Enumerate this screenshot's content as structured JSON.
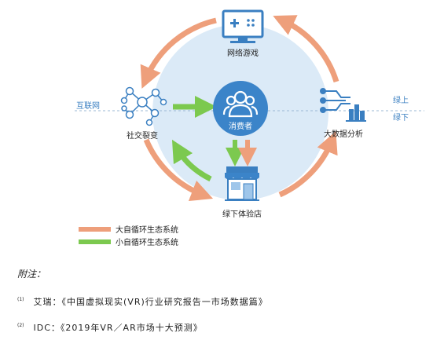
{
  "diagram": {
    "nodes": {
      "game": "网络游戏",
      "social": "社交裂变",
      "consumer": "消费者",
      "bigdata": "大数据分析",
      "store": "绿下体验店"
    },
    "left_label": "互联网",
    "right_top_label": "绿上",
    "right_bottom_label": "绿下",
    "legend": [
      {
        "label": "大自循环生态系统",
        "color": "#ee9f7b"
      },
      {
        "label": "小自循环生态系统",
        "color": "#7cc94f"
      }
    ],
    "colors": {
      "circle_bg": "#dbeaf7",
      "icon_blue": "#3a7fc1",
      "consumer_circle": "#3b84c9"
    }
  },
  "notes": {
    "title": "附注：",
    "footnotes": [
      {
        "marker": "(1)",
        "text": "艾瑞：《中国虚拟现实(VR)行业研究报告一市场数据篇》"
      },
      {
        "marker": "(2)",
        "text": "IDC：《2019年VR／AR市场十大预测》"
      }
    ]
  }
}
